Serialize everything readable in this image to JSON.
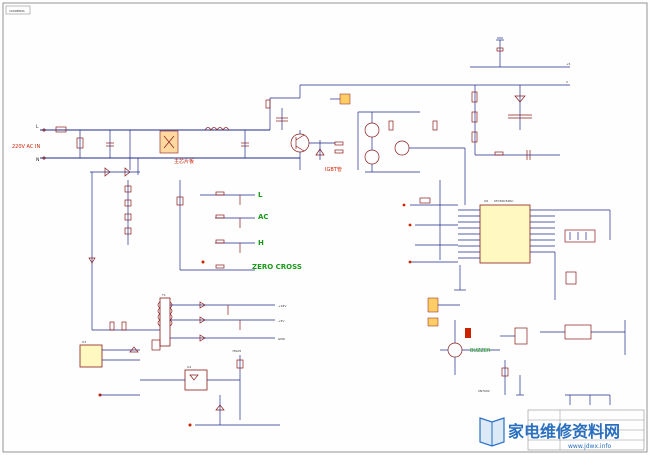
{
  "sheet": {
    "title_box": "1000EPNA",
    "ac_input": "220V AC IN",
    "ac_l": "L",
    "ac_n": "N",
    "zero_cross": "ZERO CROSS",
    "rail_l": "L",
    "rail_ac": "AC",
    "rail_h": "H",
    "led_note": "主芯片板",
    "igbt_label": "IGBT管",
    "mcu_name": "U6",
    "mcu_part": "STC89C52RC",
    "transformer": "T1",
    "regulator": "78L05",
    "opto": "U4",
    "pwm_ic": "U3"
  },
  "watermark": {
    "brand": "家电维修资料网",
    "url": "www.jdwx.info"
  },
  "colors": {
    "wire": "#1f2a8a",
    "component": "#8a1a1a",
    "highlight_red": "#cc2200",
    "net_green": "#1a9a1a",
    "watermark_blue": "#2a6fc0"
  }
}
